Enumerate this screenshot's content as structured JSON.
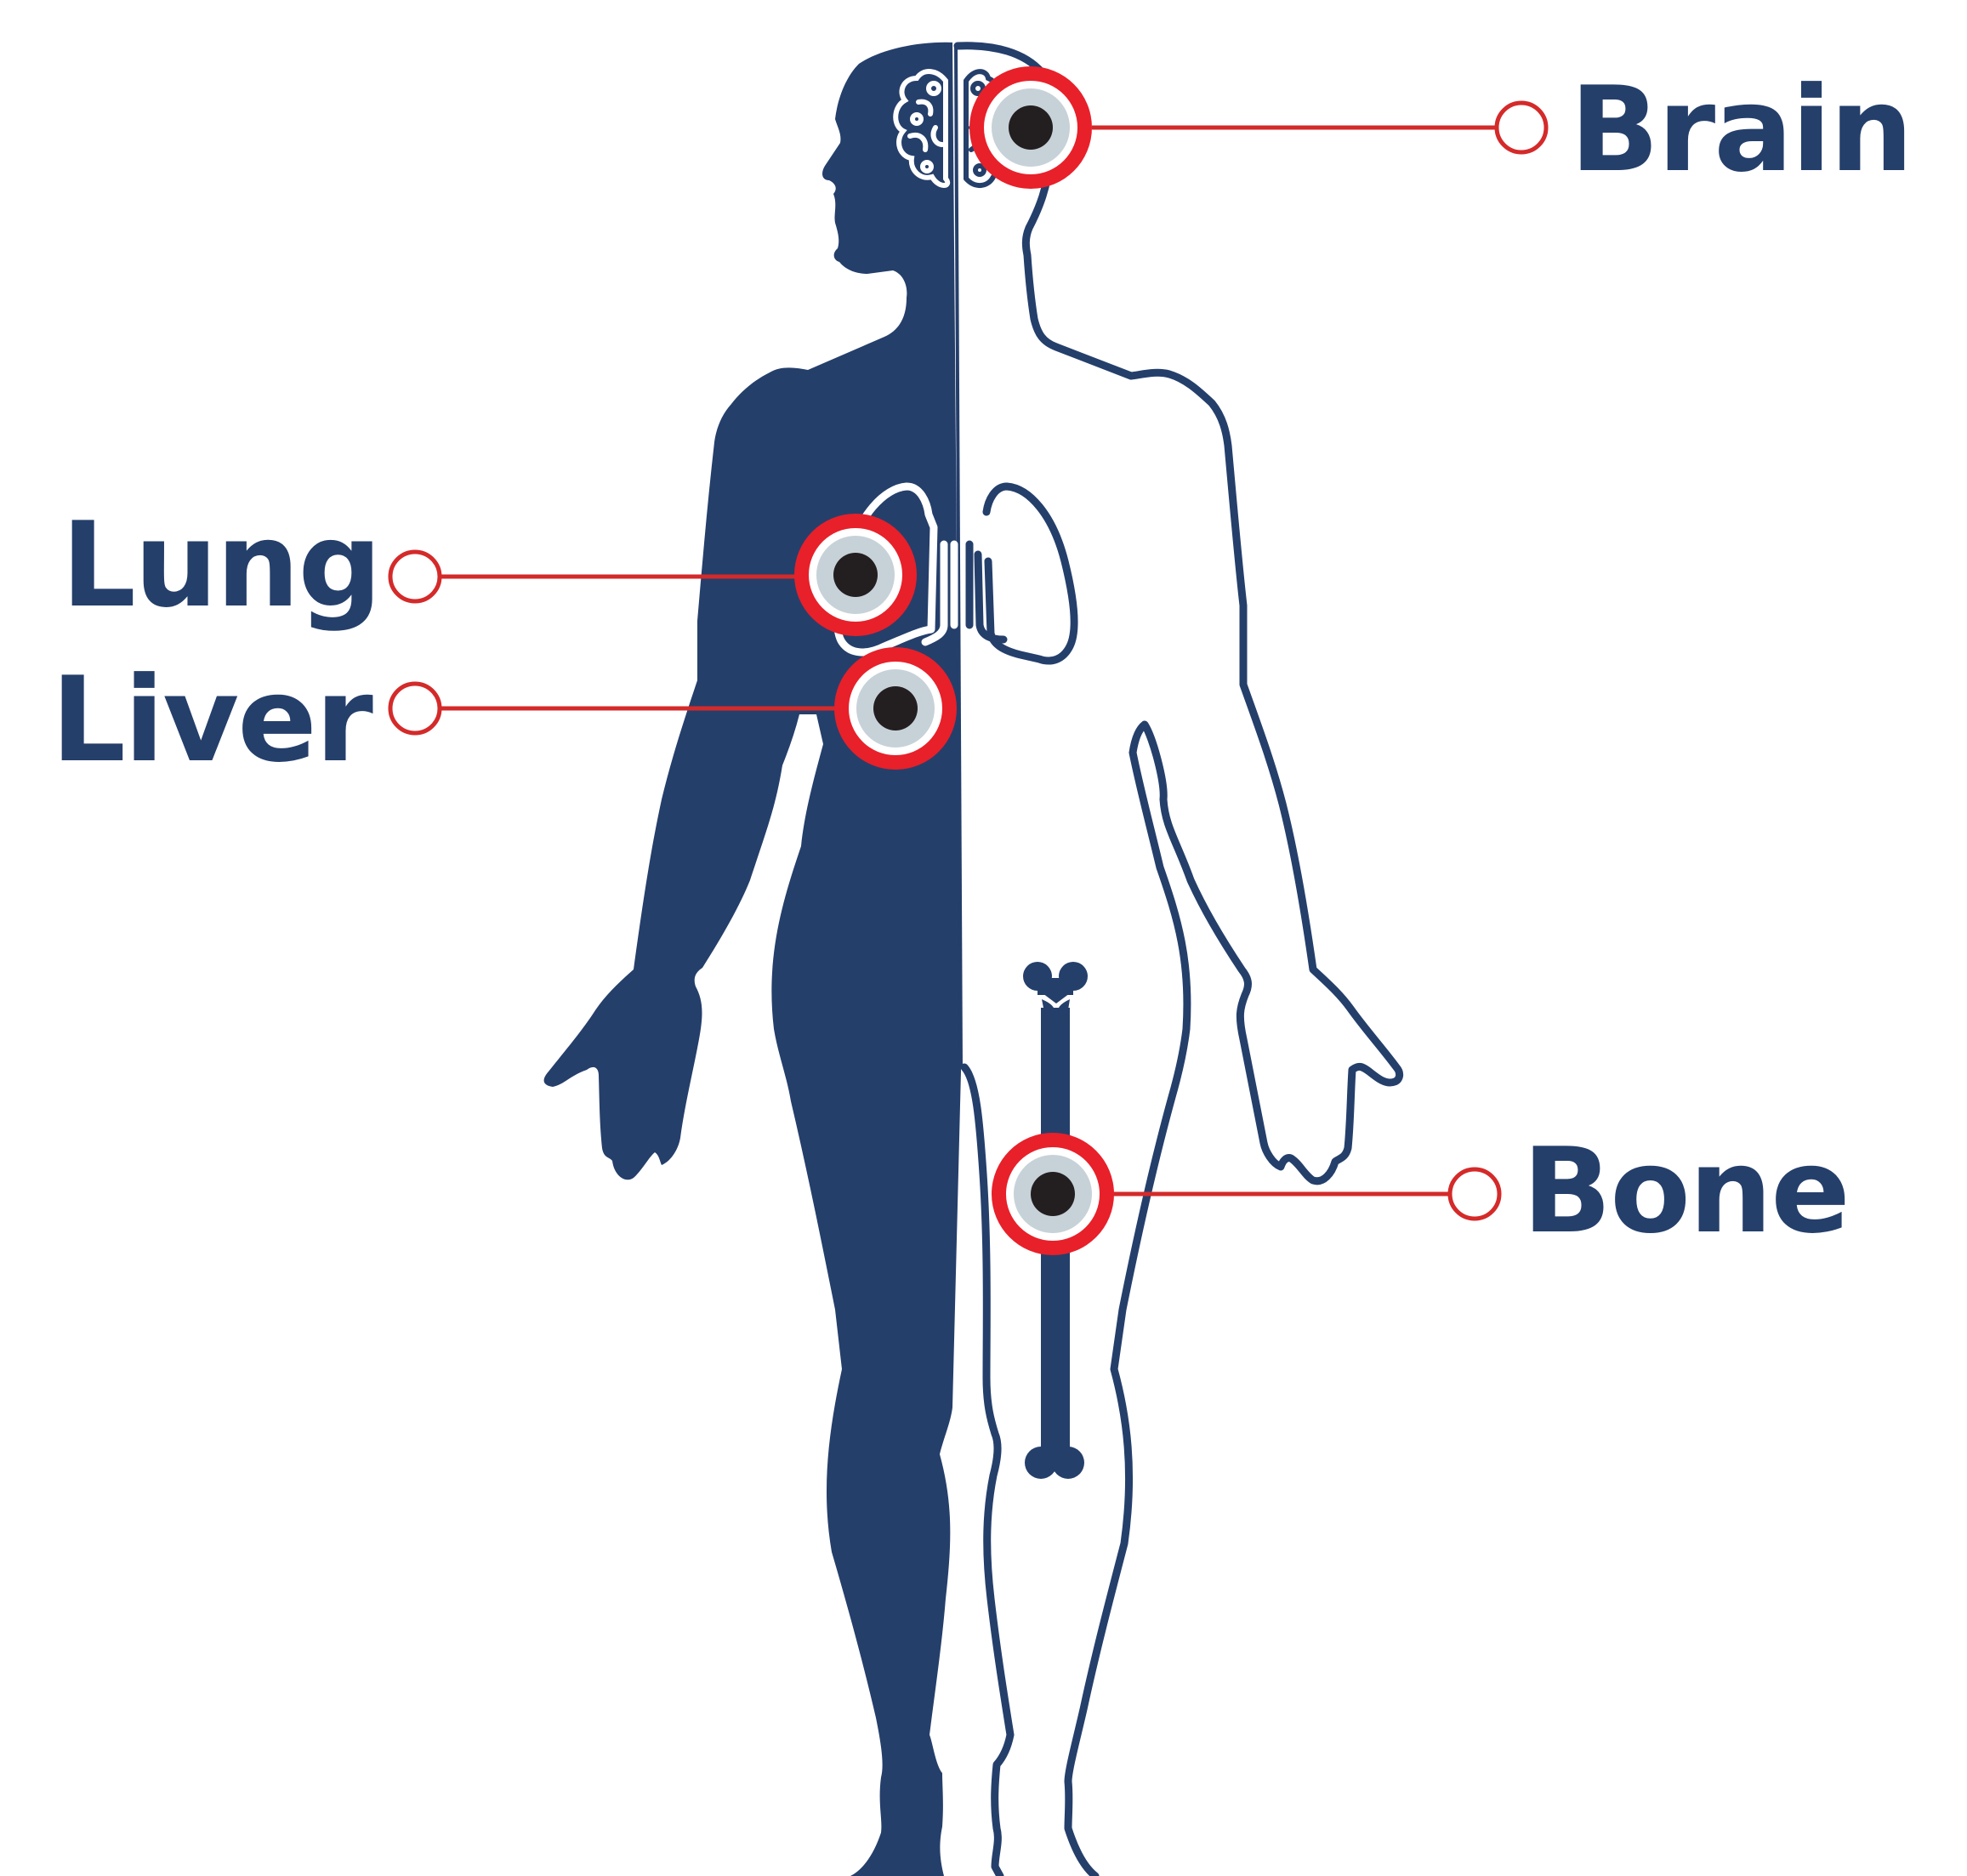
{
  "colors": {
    "body_fill": "#253f6b",
    "outline": "#253f6b",
    "marker_ring": "#e8202a",
    "marker_inner": "#c7d2d8",
    "marker_dot": "#231f20",
    "leader_line": "#d42a2a",
    "label_text": "#253f6b",
    "background": "#ffffff"
  },
  "labels": {
    "brain": "Brain",
    "lung": "Lung",
    "liver": "Liver",
    "bone": "Bone"
  },
  "icons": {
    "brain": "brain-icon",
    "lungs": "lungs-icon",
    "femur": "bone-icon"
  }
}
